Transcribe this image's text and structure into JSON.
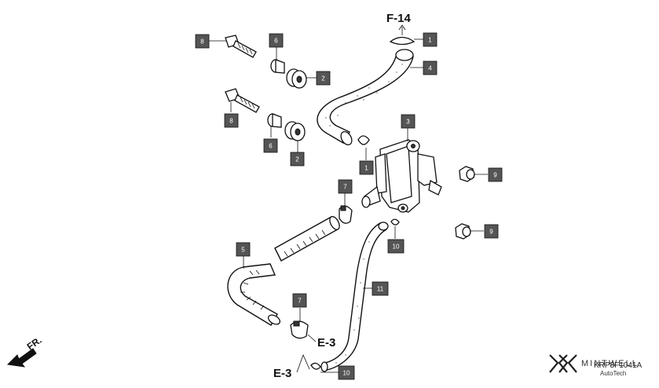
{
  "diagram_title": "",
  "callouts": [
    {
      "id": "c-8a",
      "label": "8"
    },
    {
      "id": "c-6a",
      "label": "6"
    },
    {
      "id": "c-2a",
      "label": "2"
    },
    {
      "id": "c-8b",
      "label": "8"
    },
    {
      "id": "c-6b",
      "label": "6"
    },
    {
      "id": "c-2b",
      "label": "2"
    },
    {
      "id": "c-1a",
      "label": "1"
    },
    {
      "id": "c-4",
      "label": "4"
    },
    {
      "id": "c-3",
      "label": "3"
    },
    {
      "id": "c-1b",
      "label": "1"
    },
    {
      "id": "c-9a",
      "label": "9"
    },
    {
      "id": "c-9b",
      "label": "9"
    },
    {
      "id": "c-7a",
      "label": "7"
    },
    {
      "id": "c-10a",
      "label": "10"
    },
    {
      "id": "c-5",
      "label": "5"
    },
    {
      "id": "c-11",
      "label": "11"
    },
    {
      "id": "c-7b",
      "label": "7"
    },
    {
      "id": "c-10b",
      "label": "10"
    }
  ],
  "references": {
    "f14": "F-14",
    "e3_upper": "E-3",
    "e3_lower": "E-3"
  },
  "direction_label": "FR.",
  "diagram_code": "KRP3F1041A",
  "watermark": {
    "brand": "MINTWELL",
    "sub": "AutoTech"
  },
  "colors": {
    "callout_box": "#555555",
    "line": "#111111"
  }
}
